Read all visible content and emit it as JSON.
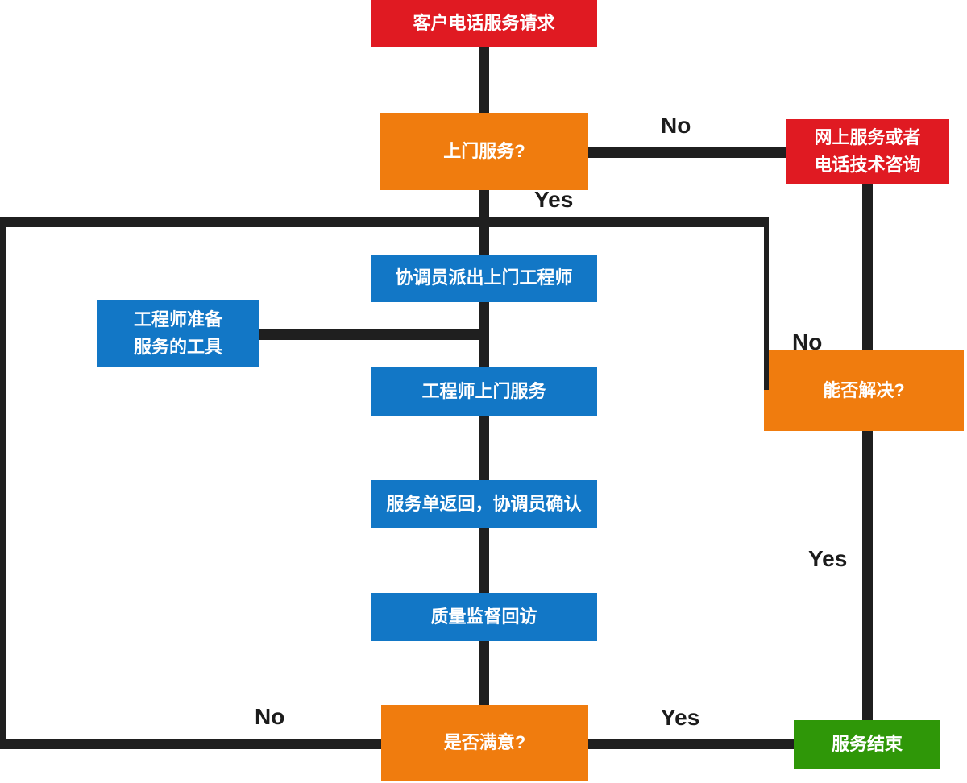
{
  "diagram": {
    "nodes": {
      "request": {
        "label": "客户电话服务请求",
        "color": "#e01a22"
      },
      "onsite": {
        "label": "上门服务?",
        "color": "#f07c0e"
      },
      "online": {
        "label": "网上服务或者\n电话技术咨询",
        "color": "#e01a22"
      },
      "dispatch": {
        "label": "协调员派出上门工程师",
        "color": "#1277c6"
      },
      "prepare": {
        "label": "工程师准备\n服务的工具",
        "color": "#1277c6"
      },
      "visit": {
        "label": "工程师上门服务",
        "color": "#1277c6"
      },
      "confirm": {
        "label": "服务单返回，协调员确认",
        "color": "#1277c6"
      },
      "quality": {
        "label": "质量监督回访",
        "color": "#1277c6"
      },
      "satisfied": {
        "label": "是否满意?",
        "color": "#f07c0e"
      },
      "resolve": {
        "label": "能否解决?",
        "color": "#f07c0e"
      },
      "end": {
        "label": "服务结束",
        "color": "#2f9708"
      }
    },
    "edge_labels": {
      "onsite_no": "No",
      "onsite_yes": "Yes",
      "resolve_no": "No",
      "resolve_yes": "Yes",
      "satisfied_no": "No",
      "satisfied_yes": "Yes"
    },
    "palette": {
      "red": "#e01a22",
      "orange": "#f07c0e",
      "blue": "#1277c6",
      "green": "#2f9708",
      "connector": "#1f1f1f",
      "node_text": "#ffffff",
      "label_text": "#1c1c1c"
    }
  }
}
